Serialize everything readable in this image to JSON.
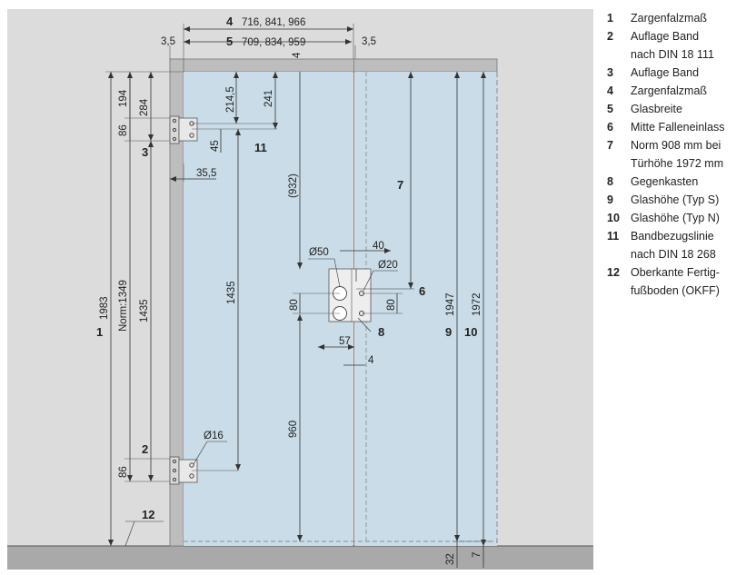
{
  "top_dims": {
    "d4_label": "4",
    "d4_values": "716, 841, 966",
    "d5_label": "5",
    "d5_values": "709, 834, 959",
    "offset_left": "3,5",
    "offset_right": "3,5",
    "gap_top": "4"
  },
  "left_dims": {
    "d194": "194",
    "d284": "284",
    "d86_top": "86",
    "d1983": "1983",
    "norm": "Norm:1349",
    "d1435_outer": "1435",
    "d86_bottom": "86"
  },
  "hinge_dims": {
    "d214_5": "214,5",
    "d241": "241",
    "d45": "45",
    "d35_5": "35,5",
    "d932": "(932)",
    "d1435_inner": "1435",
    "d960": "960",
    "d16": "Ø16"
  },
  "lock_dims": {
    "d50": "Ø50",
    "d40": "40",
    "d20": "Ø20",
    "d80_left": "80",
    "d80_right": "80",
    "d57": "57",
    "d4": "4"
  },
  "right_dims": {
    "d1947": "1947",
    "d1972": "1972",
    "d32": "32",
    "d7": "7"
  },
  "callouts": {
    "c1": "1",
    "c2": "2",
    "c3": "3",
    "c6": "6",
    "c7": "7",
    "c8": "8",
    "c9": "9",
    "c10": "10",
    "c11": "11",
    "c12": "12"
  },
  "legend": [
    {
      "num": "1",
      "lines": [
        "Zargenfalzmaß"
      ]
    },
    {
      "num": "2",
      "lines": [
        "Auflage Band",
        "nach DIN 18 111"
      ]
    },
    {
      "num": "3",
      "lines": [
        "Auflage Band"
      ]
    },
    {
      "num": "4",
      "lines": [
        "Zargenfalzmaß"
      ]
    },
    {
      "num": "5",
      "lines": [
        "Glasbreite"
      ]
    },
    {
      "num": "6",
      "lines": [
        "Mitte Falleneinlass"
      ]
    },
    {
      "num": "7",
      "lines": [
        "Norm 908 mm bei",
        "Türhöhe 1972 mm"
      ]
    },
    {
      "num": "8",
      "lines": [
        "Gegenkasten"
      ]
    },
    {
      "num": "9",
      "lines": [
        "Glashöhe (Typ S)"
      ]
    },
    {
      "num": "10",
      "lines": [
        "Glashöhe (Typ N)"
      ]
    },
    {
      "num": "11",
      "lines": [
        "Bandbezugslinie",
        "nach DIN 18 268"
      ]
    },
    {
      "num": "12",
      "lines": [
        "Oberkante Fertig-",
        "fußboden (OKFF)"
      ]
    }
  ],
  "colors": {
    "wall": "#dcdcdc",
    "floor": "#a9a9a9",
    "glass": "#c8dce8",
    "frame": "#bebebe"
  }
}
